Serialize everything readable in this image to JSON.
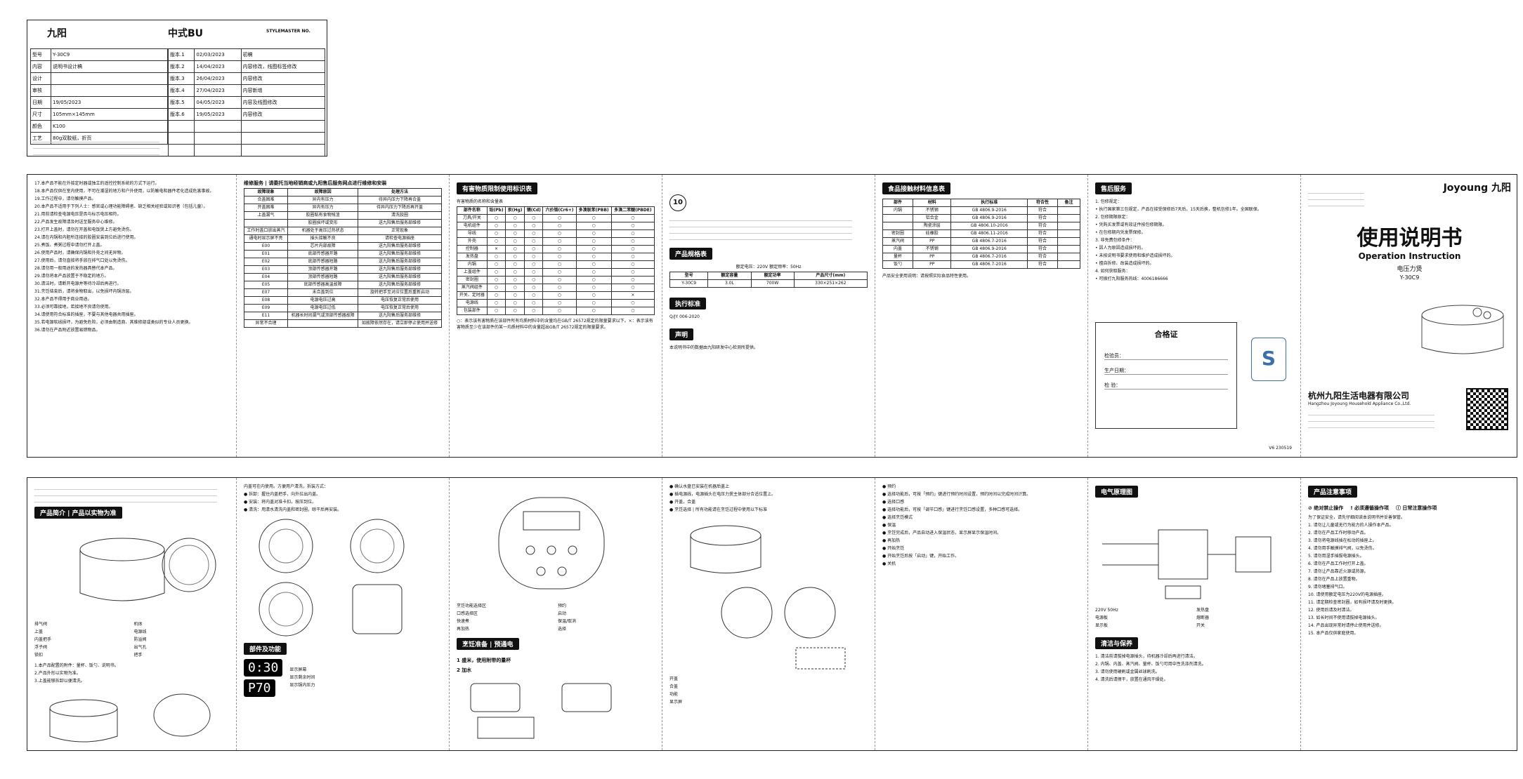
{
  "sheet": {
    "brand_cn": "九阳",
    "bu": "中式BU",
    "stylemaster": "STYLEMASTER NO.",
    "rows": [
      {
        "k": "型号",
        "v": "Y-30C9"
      },
      {
        "k": "内容",
        "v": "说明书设计稿"
      },
      {
        "k": "设计",
        "v": ""
      },
      {
        "k": "审核",
        "v": ""
      },
      {
        "k": "日期",
        "v": "19/05/2023"
      },
      {
        "k": "尺寸",
        "v": "105mm×145mm"
      },
      {
        "k": "颜色",
        "v": "K100"
      },
      {
        "k": "工艺",
        "v": "80g双胶纸，折页"
      }
    ],
    "versions": [
      {
        "v": "版本.1",
        "d": "02/03/2023",
        "n": "初稿"
      },
      {
        "v": "版本.2",
        "d": "14/04/2023",
        "n": "内容修改，线图标签修改"
      },
      {
        "v": "版本.3",
        "d": "26/04/2023",
        "n": "内容修改"
      },
      {
        "v": "版本.4",
        "d": "27/04/2023",
        "n": "内容新增"
      },
      {
        "v": "版本.5",
        "d": "04/05/2023",
        "n": "内容及线图修改"
      },
      {
        "v": "版本.6",
        "d": "19/05/2023",
        "n": "内容修改"
      }
    ]
  },
  "top": {
    "p1_lines": [
      "17.本产品不能在外接定时器或独立的遥控控制系统的方式下运行。",
      "18.本产品仅供在室内使用，不可在潮湿的地方和户外使用，以防触电和器件老化造成危害事故。",
      "19.工作过程中，请勿触摸产品。",
      "20.本产品不适用于下列人士：感官或心理功能障碍者、缺乏相关经验或知识者（包括儿童）。",
      "21.用前请检查电源电压是否与标示电压相符。",
      "22.产品发生故障请及时送至服务中心维修。",
      "23.打开上盖时，请勿在开盖和电饭煲上方避免烫伤。",
      "24.请在内锅和内胆所连接的胶圈安装到位后进行使用。",
      "25.煮饭、煮粥过程中请勿打开上盖。",
      "26.使用产品时，请确保内锅和外壳之间无异物。",
      "27.使用后，请勿直接将手放在排气口处以免烫伤。",
      "28.请勿用一般用途的发热器具替代本产品。",
      "29.请勿将本产品放置于不稳定的地方。",
      "30.清洁时，请断开电源并等待冷却后再进行。",
      "31.烹饪结束后，请将食物取出，以免损坏内锅涂层。",
      "32.本产品不得用于商业用途。",
      "33.必须可靠接地，若接地不良请勿使用。",
      "34.请使用符合标准的插座，不要与其他电器共用插座。",
      "35.若电源软线损坏，为避免危险，必须由制造商、其维修部或类似的专业人员更换。",
      "36.请勿在产品附近放置易燃物品。"
    ],
    "p2_title": "维修服务 | 请委托当地经销商或九阳售后服务网点进行维修和安装",
    "p2_headers": [
      "故障现象",
      "故障原因",
      "处理方法"
    ],
    "p2_rows": [
      [
        "合盖困难",
        "异内有压力",
        "待异内压力下降再合盖"
      ],
      [
        "开盖困难",
        "异内有压力",
        "待异内压力下降后再开盖"
      ],
      [
        "上盖漏气",
        "胶圈粘有食物残渣",
        "清洗胶圈"
      ],
      [
        "",
        "胶圈损坏或变形",
        "送九阳售后服务部维修"
      ],
      [
        "工作时盖口放出蒸汽",
        "机器处于高压过热状态",
        "正常现象"
      ],
      [
        "通电时显示屏不亮",
        "插头接触不良",
        "请检查电源插座"
      ],
      [
        "E00",
        "芯片内部故障",
        "送九阳售后服务部维修"
      ],
      [
        "E01",
        "底部传感器开路",
        "送九阳售后服务部维修"
      ],
      [
        "E02",
        "底部传感器短路",
        "送九阳售后服务部维修"
      ],
      [
        "E03",
        "顶部传感器开路",
        "送九阳售后服务部维修"
      ],
      [
        "E04",
        "顶部传感器短路",
        "送九阳售后服务部维修"
      ],
      [
        "E05",
        "底部传感器高温故障",
        "送九阳售后服务部维修"
      ],
      [
        "E07",
        "未合盖到位",
        "旋转把手至对应位置后重新启动"
      ],
      [
        "E08",
        "电源电压过高",
        "电压恢复正常后使用"
      ],
      [
        "E09",
        "电源电压过低",
        "电压恢复正常后使用"
      ],
      [
        "E11",
        "机器长时间漏气或顶部传感器故障",
        "送九阳售后服务部维修"
      ],
      [
        "异常不合理",
        "",
        "如故障依然存在，请立即停止使用并送修"
      ]
    ],
    "p3_title": "有害物质限制使用标识表",
    "p3_sub": "有害物质的名称和含量表",
    "p3_headers": [
      "部件名称",
      "铅(Pb)",
      "汞(Hg)",
      "镉(Cd)",
      "六价铬(Cr6+)",
      "多溴联苯(PBB)",
      "多溴二苯醚(PBDE)"
    ],
    "p3_rows": [
      [
        "刀具/开关",
        "○",
        "○",
        "○",
        "○",
        "○",
        "○"
      ],
      [
        "电机组件",
        "○",
        "○",
        "○",
        "○",
        "○",
        "○"
      ],
      [
        "导线",
        "○",
        "○",
        "○",
        "○",
        "○",
        "○"
      ],
      [
        "外壳",
        "○",
        "○",
        "○",
        "○",
        "○",
        "○"
      ],
      [
        "控制器",
        "×",
        "○",
        "○",
        "○",
        "○",
        "○"
      ],
      [
        "发热盘",
        "○",
        "○",
        "○",
        "○",
        "○",
        "○"
      ],
      [
        "内锅",
        "○",
        "○",
        "○",
        "○",
        "○",
        "○"
      ],
      [
        "上盖组件",
        "○",
        "○",
        "○",
        "○",
        "○",
        "○"
      ],
      [
        "密封圈",
        "○",
        "○",
        "○",
        "○",
        "○",
        "○"
      ],
      [
        "蒸汽阀组件",
        "○",
        "○",
        "○",
        "○",
        "○",
        "○"
      ],
      [
        "开关、定时器",
        "○",
        "○",
        "○",
        "○",
        "○",
        "×"
      ],
      [
        "电源线",
        "○",
        "○",
        "○",
        "○",
        "○",
        "○"
      ],
      [
        "包装部件",
        "○",
        "○",
        "○",
        "○",
        "○",
        "○"
      ]
    ],
    "p3_note": "○：表示该有害物质在该部件所有均质材料中的含量均在GB/T 26572规定的限量要求以下。×：表示该有害物质至少在该部件的某一均质材料中的含量超出GB/T 26572规定的限量要求。",
    "p4_spec_title": "产品规格表",
    "p4_spec_headers": [
      "型号",
      "额定容量",
      "额定功率",
      "产品尺寸(mm)"
    ],
    "p4_spec_row": [
      "Y-30C9",
      "3.0L",
      "700W",
      "330×251×262"
    ],
    "p4_spec_line": "额定电压：220V 额定频率：50Hz",
    "p4_exec_title": "执行标准",
    "p4_exec": "Q/JY 006-2020",
    "p4_notice_title": "声明",
    "p4_notice": "本说明书中的数据由九阳研发中心检测所提供。",
    "p5_title": "食品接触材料信息表",
    "p5_headers": [
      "部件",
      "材料",
      "执行标准",
      "符合性",
      "备注"
    ],
    "p5_rows": [
      [
        "内锅",
        "不锈钢",
        "GB 4806.9-2016",
        "符合",
        ""
      ],
      [
        "",
        "铝合金",
        "GB 4806.9-2016",
        "符合",
        ""
      ],
      [
        "",
        "陶瓷涂层",
        "GB 4806.10-2016",
        "符合",
        ""
      ],
      [
        "密封圈",
        "硅橡胶",
        "GB 4806.11-2016",
        "符合",
        ""
      ],
      [
        "蒸汽阀",
        "PP",
        "GB 4806.7-2016",
        "符合",
        ""
      ],
      [
        "内盖",
        "不锈钢",
        "GB 4806.9-2016",
        "符合",
        ""
      ],
      [
        "量杯",
        "PP",
        "GB 4806.7-2016",
        "符合",
        ""
      ],
      [
        "饭勺",
        "PP",
        "GB 4806.7-2016",
        "符合",
        ""
      ]
    ],
    "p5_note": "产品安全使用说明：请按照实际食品特性使用。",
    "p6_title": "售后服务",
    "p6_lines": [
      "1. 包修规定：",
      "• 执行国家第三包规定，产品在接受保修后7天后，15天后换，整机包修1年。全国联保。",
      "2. 包修期限原定：",
      "• 凭购买发票或有效证件按包修期限。",
      "• 在包修期内凭发票保修。",
      "3. 非免费包修条件：",
      "• 因人为原因造成损坏的。",
      "• 未按说明书要求使用和维护造成损坏的。",
      "• 擅自拆修、改装造成损坏的。",
      "4. 如何获取服务：",
      "• 可拨打九阳服务热线：4006186666"
    ],
    "p6_cert_title": "合格证",
    "p6_cert_fields": [
      "检验员：",
      "生产日期：",
      "检 验："
    ],
    "p6_version": "V6 230519",
    "p7_brand": "Joyoung 九阳",
    "p7_title_cn": "使用说明书",
    "p7_title_en": "Operation Instruction",
    "p7_product": "电压力煲",
    "p7_model": "Y-30C9",
    "p7_company_cn": "杭州九阳生活电器有限公司",
    "p7_company_en": "Hangzhou Joyoung Household Appliance Co.,Ltd."
  },
  "bottom": {
    "p1_title": "产品简介 | 产品以实物为准",
    "p1_labels": [
      "排气阀",
      "上盖",
      "内盖把手",
      "浮子阀",
      "锁扣",
      "机体",
      "电源线",
      "防溢阀",
      "出气孔",
      "把手"
    ],
    "p1_notes": [
      "1.本产品配置的附件：量杯、饭勺、说明书。",
      "2.产品外形以实物为准。",
      "3.上盖能够拆卸以便清洗。"
    ],
    "p2_title": "部件及功能",
    "p2_lines": [
      "内盖可在内使用。方便用户清洗，拆装方式：",
      "● 拆卸：握住内盖把手，向外拉出内盖。",
      "● 安装：将内盖对准卡扣，按压到位。",
      "● 清洗：用清水清洗内盖和密封圈，晾干后再安装。"
    ],
    "p2_display": [
      "0:30",
      "P70"
    ],
    "p2_display_labels": [
      "显示屏幕",
      "显示剩余时间",
      "显示锅内压力"
    ],
    "p3_labels": [
      "烹饪功能选择区",
      "口感选择区",
      "快速煮",
      "再加热",
      "预约",
      "启动",
      "保温/取消",
      "选择"
    ],
    "p3_sub_title": "烹饪准备 | 预通电",
    "p3_steps": [
      "1 盛米，使用附带的量杯",
      "2 加水"
    ],
    "p4_steps": [
      "● 确认水盘已安装在机器后盖上",
      "● 插电源线，电源插头在电压力煲主体部分合适位置上。",
      "● 开盖，合盖",
      "● 烹饪选择 | 所有功能请在烹饪过程中使用以下标准"
    ],
    "p4_labels": [
      "开盖",
      "合盖",
      "功能",
      "显示屏"
    ],
    "p5_lines": [
      "● 预约",
      "● 选择功能后，可按「预约」键进行预约时间设置，预约时间以完成时间计算。",
      "● 选择口感",
      "● 选择功能后，可按「调节口感」键进行烹饪口感设置，多种口感可选择。",
      "● 选择烹饪模式",
      "● 保温",
      "● 烹饪完成后，产品自动进入保温状态，显示屏显示保温时间。",
      "● 再加热",
      "● 开始烹饪",
      "● 开始烹饪后按「启动」键，开始工作。",
      "● 关机"
    ],
    "p6_title": "电气原理图",
    "p6_labels": [
      "220V 50Hz",
      "电源板",
      "显示板",
      "发热盘",
      "熔断器",
      "开关"
    ],
    "p6_clean_title": "清洁与保养",
    "p6_clean_lines": [
      "1. 清洁前请拔掉电源插头，待机器冷却后再进行清洁。",
      "2. 内锅、内盖、蒸汽阀、量杯、饭勺可用中性洗涤剂清洗。",
      "3. 请勿使用硬刷或金属丝球刷洗。",
      "4. 清洗后请擦干，放置在通风干燥处。"
    ],
    "p7_title": "产品注意事项",
    "p7_warn_labels": [
      "绝对禁止操作",
      "必须遵循操作项",
      "日常注意操作项"
    ],
    "p7_lines": [
      "为了保证安全，请先仔细阅读本说明书并妥善保管。",
      "1. 请勿让儿童或无行为能力的人操作本产品。",
      "2. 请勿在产品工作时移动产品。",
      "3. 请勿将电源线插在松动的插座上。",
      "4. 请勿用手触摸排气阀，以免烫伤。",
      "5. 请勿用湿手插拔电源插头。",
      "6. 请勿在产品工作时打开上盖。",
      "7. 请勿让产品靠近火源或热源。",
      "8. 请勿在产品上放置重物。",
      "9. 请勿堵塞排气口。",
      "10. 请使用额定电压为220V的电源插座。",
      "11. 请定期检查密封圈，如有损坏请及时更换。",
      "12. 使用后请及时清洁。",
      "13. 如长时间不使用请拔掉电源插头。",
      "14. 产品出现异常时请停止使用并送修。",
      "15. 本产品仅供家庭使用。"
    ]
  }
}
